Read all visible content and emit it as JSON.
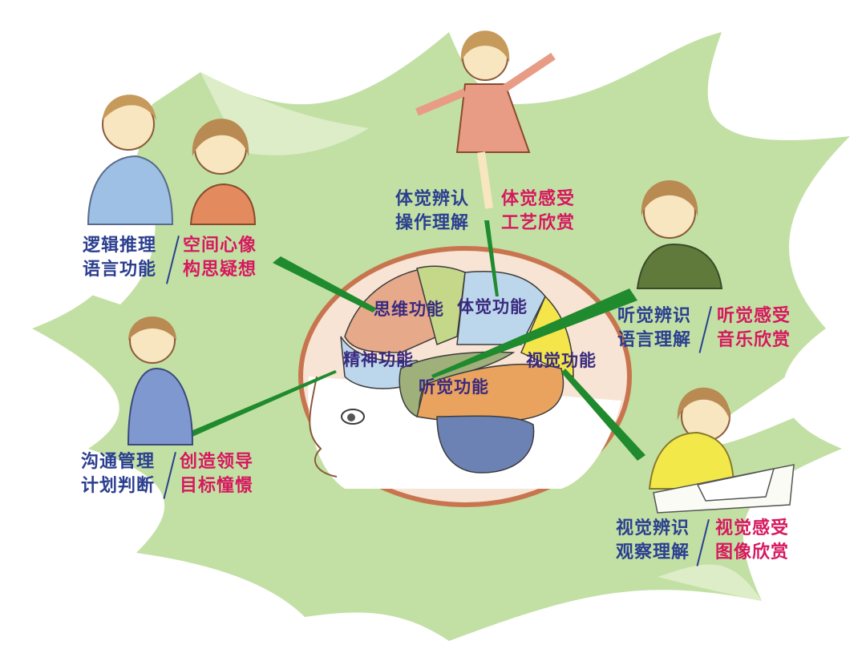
{
  "diagram": {
    "subject": "brain function regions and abilities",
    "colors": {
      "background": "#ffffff",
      "starburst": "#c2e0a4",
      "starburst_light": "#dcedc8",
      "connector": "#1f8a2e",
      "label_blue": "#2b3f8f",
      "label_pink": "#d6185f",
      "region_text": "#3a2a7e"
    },
    "brain_regions": [
      {
        "id": "thinking",
        "label": "思维功能",
        "color": "#e6a98a"
      },
      {
        "id": "somatosensory",
        "label": "体觉功能",
        "color": "#bcd6ec"
      },
      {
        "id": "mental",
        "label": "精神功能",
        "color": "#bcd6ec"
      },
      {
        "id": "auditory",
        "label": "听觉功能",
        "color": "#9fb07a"
      },
      {
        "id": "visual",
        "label": "视觉功能",
        "color": "#f4e54a"
      }
    ],
    "groups": [
      {
        "id": "thinking",
        "figure": "two children talking",
        "left": [
          "逻辑推理",
          "语言功能"
        ],
        "right": [
          "空间心像",
          "构思疑想"
        ]
      },
      {
        "id": "somatosensory",
        "figure": "girl balancing",
        "left": [
          "体觉辨认",
          "操作理解"
        ],
        "right": [
          "体觉感受",
          "工艺欣赏"
        ]
      },
      {
        "id": "auditory",
        "figure": "girl listening",
        "left": [
          "听觉辨识",
          "语言理解"
        ],
        "right": [
          "听觉感受",
          "音乐欣赏"
        ]
      },
      {
        "id": "mental",
        "figure": "boy with arms crossed",
        "left": [
          "沟通管理",
          "计划判断"
        ],
        "right": [
          "创造领导",
          "目标憧憬"
        ]
      },
      {
        "id": "visual",
        "figure": "girl reading a book",
        "left": [
          "视觉辨识",
          "观察理解"
        ],
        "right": [
          "视觉感受",
          "图像欣赏"
        ]
      }
    ]
  }
}
